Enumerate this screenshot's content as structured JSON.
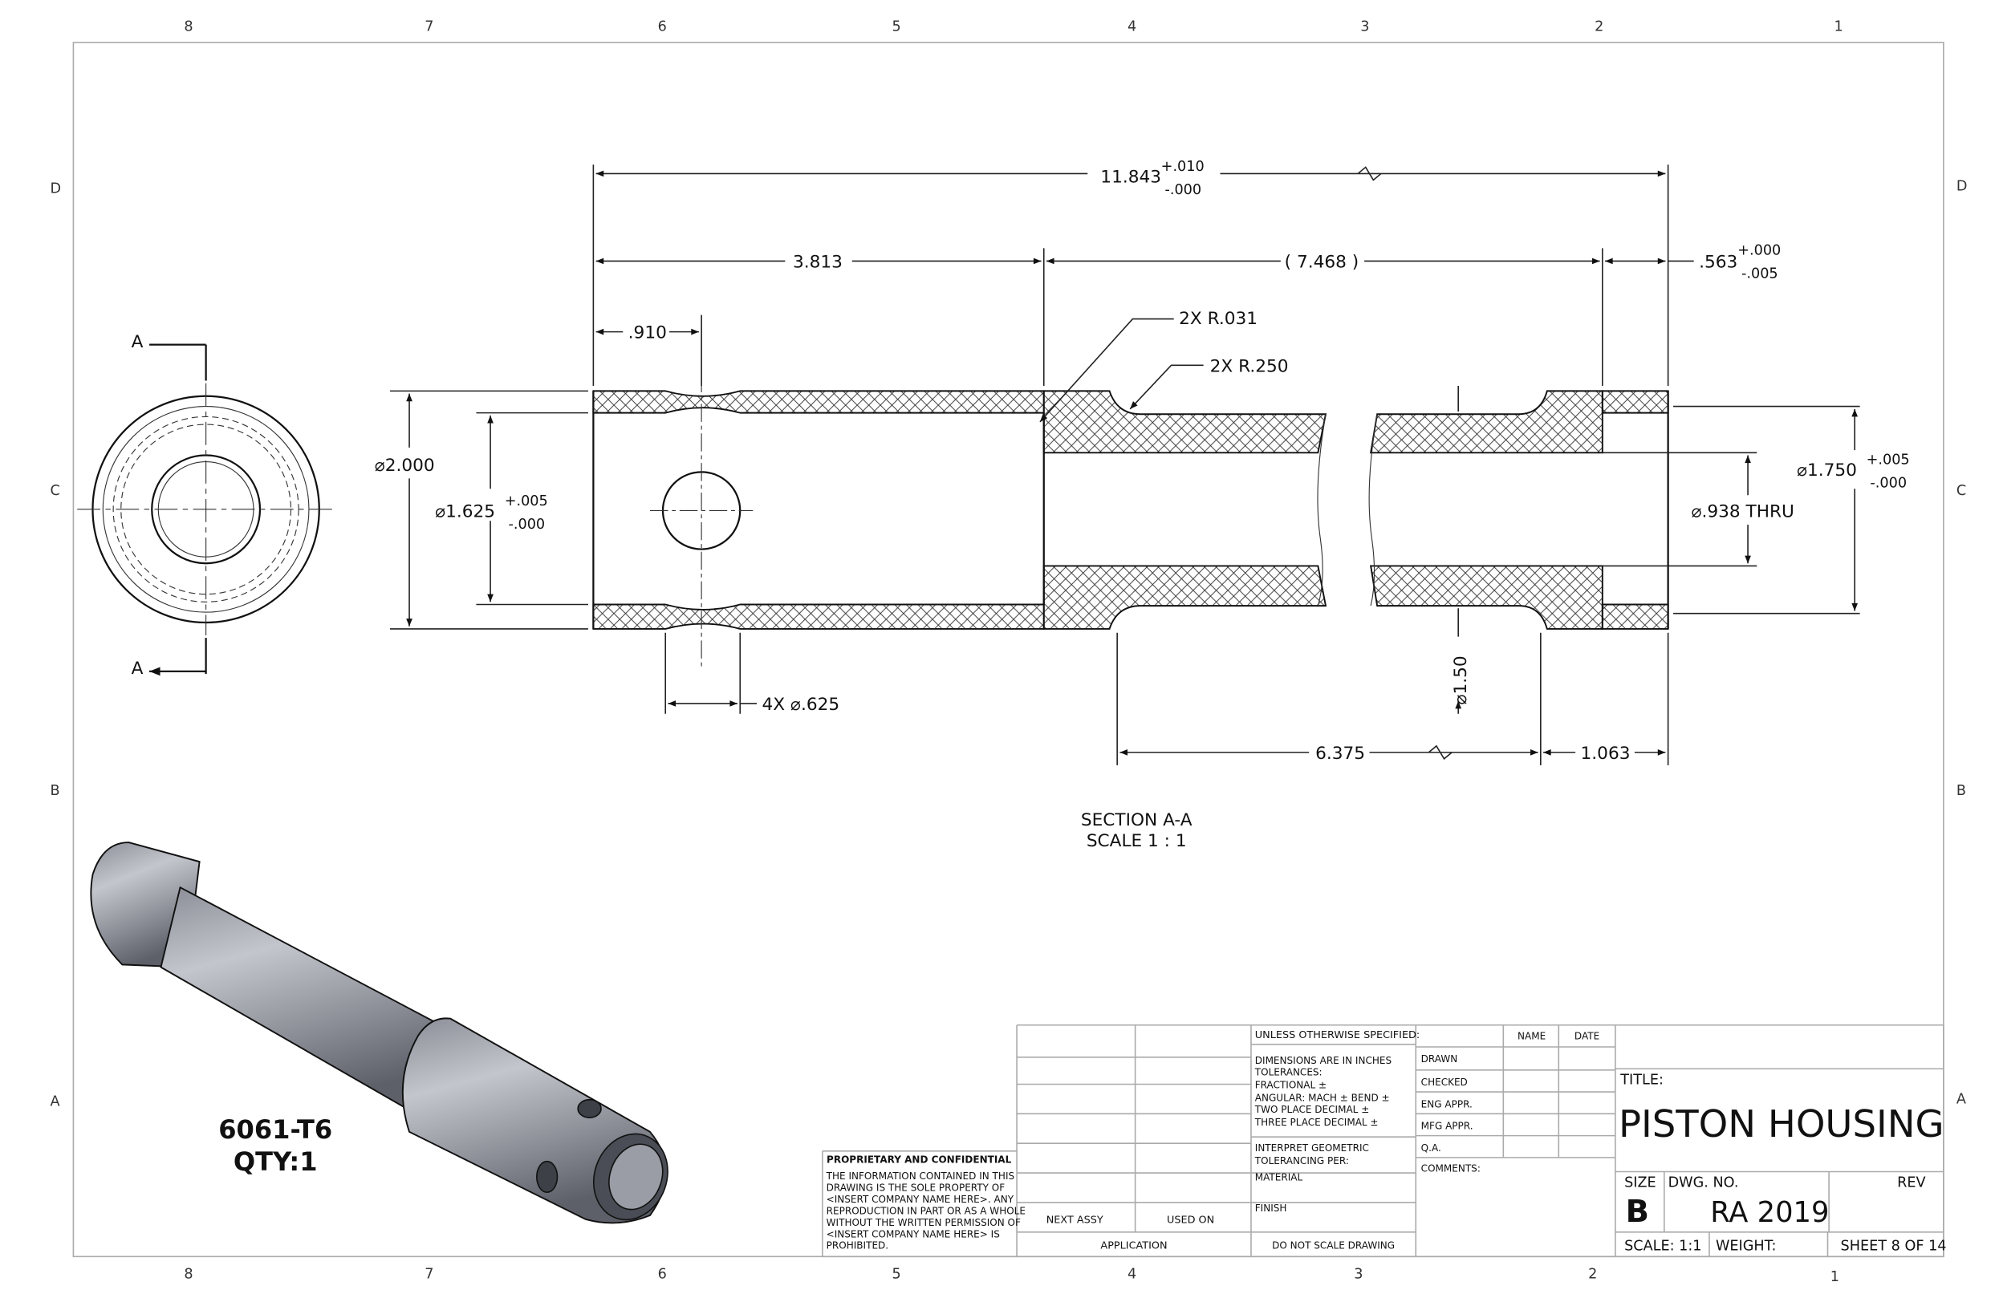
{
  "zones": {
    "columns": [
      "8",
      "7",
      "6",
      "5",
      "4",
      "3",
      "2",
      "1"
    ],
    "rows": [
      "D",
      "C",
      "B",
      "A"
    ]
  },
  "section_view": {
    "cut_label": "A",
    "dims": {
      "overall": "11.843",
      "overall_tol_plus": "+.010",
      "overall_tol_minus": "-.000",
      "left_len": "3.813",
      "mid_ref": "( 7.468 )",
      "right_len": ".563",
      "right_tol_plus": "+.000",
      "right_tol_minus": "-.005",
      "hole_pos": ".910",
      "fillet_small": "2X R.031",
      "fillet_large": "2X R.250",
      "od": "⌀2.000",
      "bore_left": "⌀1.625",
      "bore_left_tol_plus": "+.005",
      "bore_left_tol_minus": "-.000",
      "bore_right": "⌀1.750",
      "bore_right_tol_plus": "+.005",
      "bore_right_tol_minus": "-.000",
      "thru": "⌀.938 THRU",
      "holes": "4X ⌀.625",
      "neck_dia": "⌀1.50",
      "neck_len": "6.375",
      "shoulder_len": "1.063"
    },
    "caption": "SECTION A-A",
    "scale": "SCALE 1 : 1"
  },
  "iso_view": {
    "material": "6061-T6",
    "qty": "QTY:1"
  },
  "title_block": {
    "proprietary_title": "PROPRIETARY AND CONFIDENTIAL",
    "proprietary_lines": [
      "THE INFORMATION CONTAINED IN THIS",
      "DRAWING IS THE SOLE PROPERTY OF",
      "<INSERT COMPANY NAME HERE>.  ANY",
      "REPRODUCTION IN PART OR AS A WHOLE",
      "WITHOUT THE WRITTEN PERMISSION OF",
      "<INSERT COMPANY NAME HERE> IS",
      "PROHIBITED."
    ],
    "next_assy": "NEXT ASSY",
    "used_on": "USED ON",
    "application": "APPLICATION",
    "unless": "UNLESS OTHERWISE SPECIFIED:",
    "tolerance_lines": [
      "DIMENSIONS ARE IN INCHES",
      "TOLERANCES:",
      "FRACTIONAL ±",
      "ANGULAR: MACH ±    BEND ±",
      "TWO PLACE DECIMAL    ±",
      "THREE PLACE DECIMAL  ±"
    ],
    "interpret": [
      "INTERPRET GEOMETRIC",
      "TOLERANCING PER:"
    ],
    "material": "MATERIAL",
    "finish": "FINISH",
    "do_not_scale": "DO NOT SCALE DRAWING",
    "name": "NAME",
    "date": "DATE",
    "signoffs": [
      "DRAWN",
      "CHECKED",
      "ENG APPR.",
      "MFG APPR.",
      "Q.A."
    ],
    "comments": "COMMENTS:",
    "title_label": "TITLE:",
    "title": "PISTON HOUSING",
    "size_label": "SIZE",
    "size": "B",
    "dwg_label": "DWG.  NO.",
    "dwg_no": "RA 2019",
    "rev_label": "REV",
    "scale": "SCALE: 1:1",
    "weight": "WEIGHT:",
    "sheet": "SHEET 8 OF 14"
  }
}
